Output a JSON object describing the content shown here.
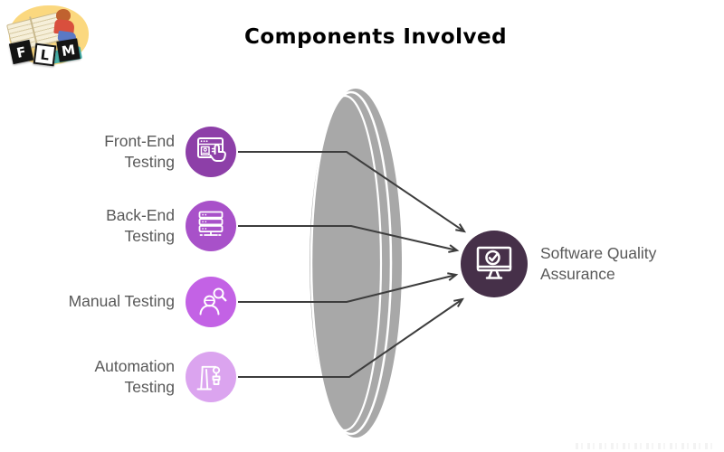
{
  "logo": {
    "name": "FLM",
    "letters": [
      "F",
      "L",
      "M"
    ]
  },
  "title": "Components Involved",
  "diagram": {
    "lens_color": "#a8a8a8",
    "arrow_color": "#3d3d3d",
    "label_text_color": "#595959",
    "components": [
      {
        "label": "Front-End Testing",
        "line1": "Front-End",
        "line2": "Testing",
        "color": "#8d3fa8",
        "icon": "browser-test-icon"
      },
      {
        "label": "Back-End Testing",
        "line1": "Back-End",
        "line2": "Testing",
        "color": "#a851c9",
        "icon": "server-icon"
      },
      {
        "label": "Manual Testing",
        "line1": "Manual Testing",
        "line2": "",
        "color": "#c362e5",
        "icon": "person-search-icon"
      },
      {
        "label": "Automation Testing",
        "line1": "Automation",
        "line2": "Testing",
        "color": "#dba4ef",
        "icon": "robot-arm-icon"
      }
    ],
    "target": {
      "label": "Software Quality Assurance",
      "line1": "Software Quality",
      "line2": "Assurance",
      "color": "#463049",
      "icon": "monitor-check-icon"
    }
  }
}
